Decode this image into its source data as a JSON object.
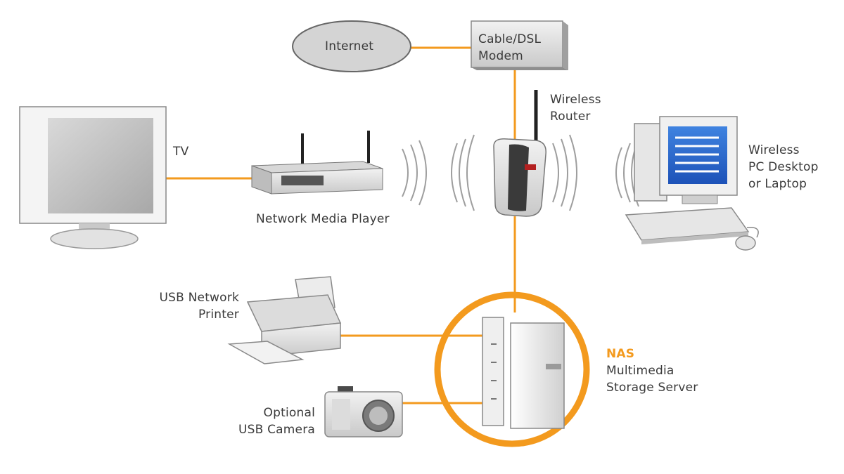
{
  "colors": {
    "link": "#f39a1e",
    "device_light": "#e8e8e8",
    "device_mid": "#bdbdbd",
    "device_dark": "#555555",
    "text": "#3a3a3a"
  },
  "labels": {
    "internet": "Internet",
    "modem": [
      "Cable/DSL",
      "Modem"
    ],
    "router": [
      "Wireless",
      "Router"
    ],
    "tv": "TV",
    "media_player": "Network Media Player",
    "pc": [
      "Wireless",
      "PC Desktop",
      "or Laptop"
    ],
    "printer": [
      "USB Network",
      "Printer"
    ],
    "nas": [
      "NAS",
      "Multimedia",
      "Storage Server"
    ],
    "camera": [
      "Optional",
      "USB Camera"
    ]
  },
  "icons": [
    "internet-cloud-icon",
    "modem-icon",
    "router-icon",
    "tv-icon",
    "media-player-icon",
    "desktop-pc-icon",
    "keyboard-icon",
    "mouse-icon",
    "printer-icon",
    "nas-icon",
    "camera-icon",
    "wireless-wave-icon"
  ]
}
